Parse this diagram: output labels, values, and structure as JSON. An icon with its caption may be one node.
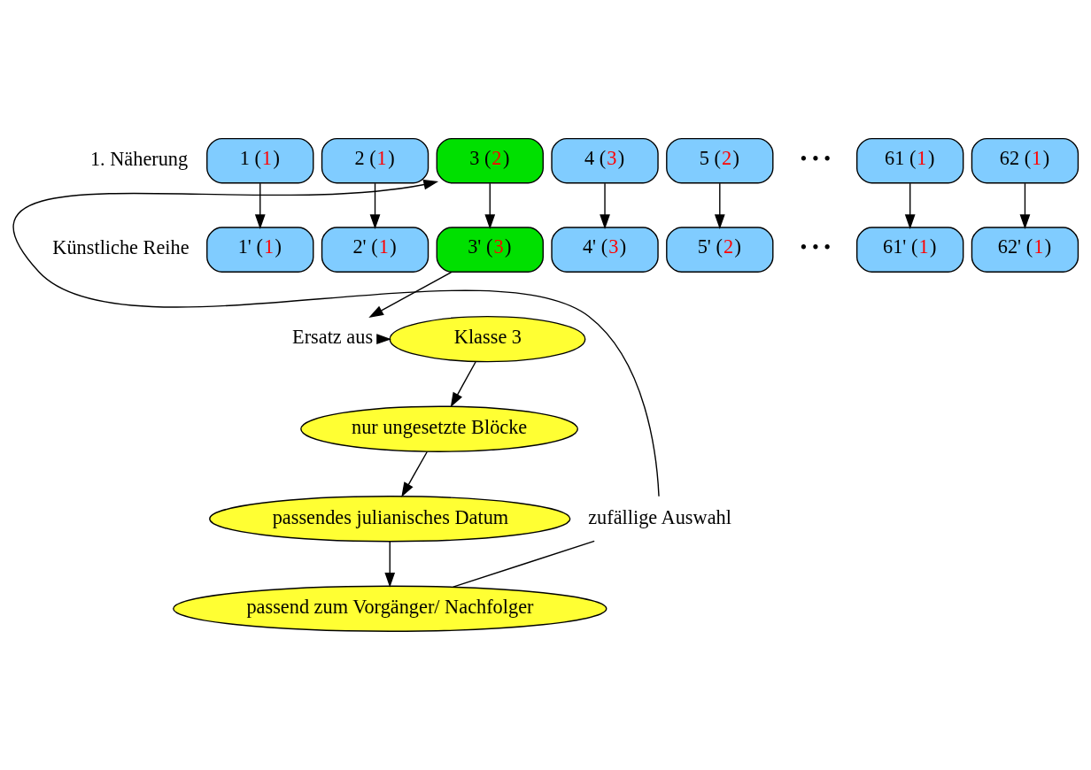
{
  "diagram": {
    "nodes": [
      {
        "text": [
          "1 (1)"
        ]
      },
      {
        "text": [
          "2 (1)"
        ]
      },
      {
        "text": [
          "3 (2)"
        ]
      },
      {
        "text": [
          "4 (3)"
        ]
      },
      {
        "text": [
          "5 (2)"
        ]
      },
      {
        "text": [
          "61 (1)"
        ]
      },
      {
        "text": [
          "62 (1)"
        ]
      },
      {
        "text": [
          "1' (1)"
        ]
      },
      {
        "text": [
          "2' (1)"
        ]
      },
      {
        "text": [
          "3' (3)"
        ]
      },
      {
        "text": [
          "4' (3)"
        ]
      },
      {
        "text": [
          "5' (2)"
        ]
      },
      {
        "text": [
          "61' (1)"
        ]
      },
      {
        "text": [
          "62' (1)"
        ]
      },
      {
        "text": [
          "Ersatz aus"
        ]
      },
      {
        "text": [
          "Klasse 3"
        ]
      },
      {
        "text": [
          "nur ungesetzte Blöcke"
        ]
      },
      {
        "text": [
          "passendes julianisches Datum"
        ]
      },
      {
        "text": [
          "passend zum Vorgänger/ Nachfolger"
        ]
      },
      {
        "text": [
          "zufällige Auswahl"
        ]
      }
    ],
    "edges": [
      {
        "from": 0,
        "to": 7,
        "arrow": "to"
      },
      {
        "from": 1,
        "to": 8,
        "arrow": "to"
      },
      {
        "from": 2,
        "to": 9,
        "arrow": "to"
      },
      {
        "from": 3,
        "to": 10,
        "arrow": "to"
      },
      {
        "from": 4,
        "to": 11,
        "arrow": "to"
      },
      {
        "from": 5,
        "to": 12,
        "arrow": "to"
      },
      {
        "from": 6,
        "to": 13,
        "arrow": "to"
      },
      {
        "from": 9,
        "to": 14,
        "arrow": "to"
      },
      {
        "from": 14,
        "to": 15,
        "arrow": "to"
      },
      {
        "from": 15,
        "to": 16,
        "arrow": "to"
      },
      {
        "from": 16,
        "to": 17,
        "arrow": "to"
      },
      {
        "from": 17,
        "to": 18,
        "arrow": "to"
      },
      {
        "from": 18,
        "to": 19,
        "arrow": "none"
      },
      {
        "from": 19,
        "to": 2,
        "arrow": "to"
      }
    ],
    "labels": [
      "1. Näherung",
      "• • •",
      "Künstliche Reihe",
      "• • •"
    ]
  }
}
